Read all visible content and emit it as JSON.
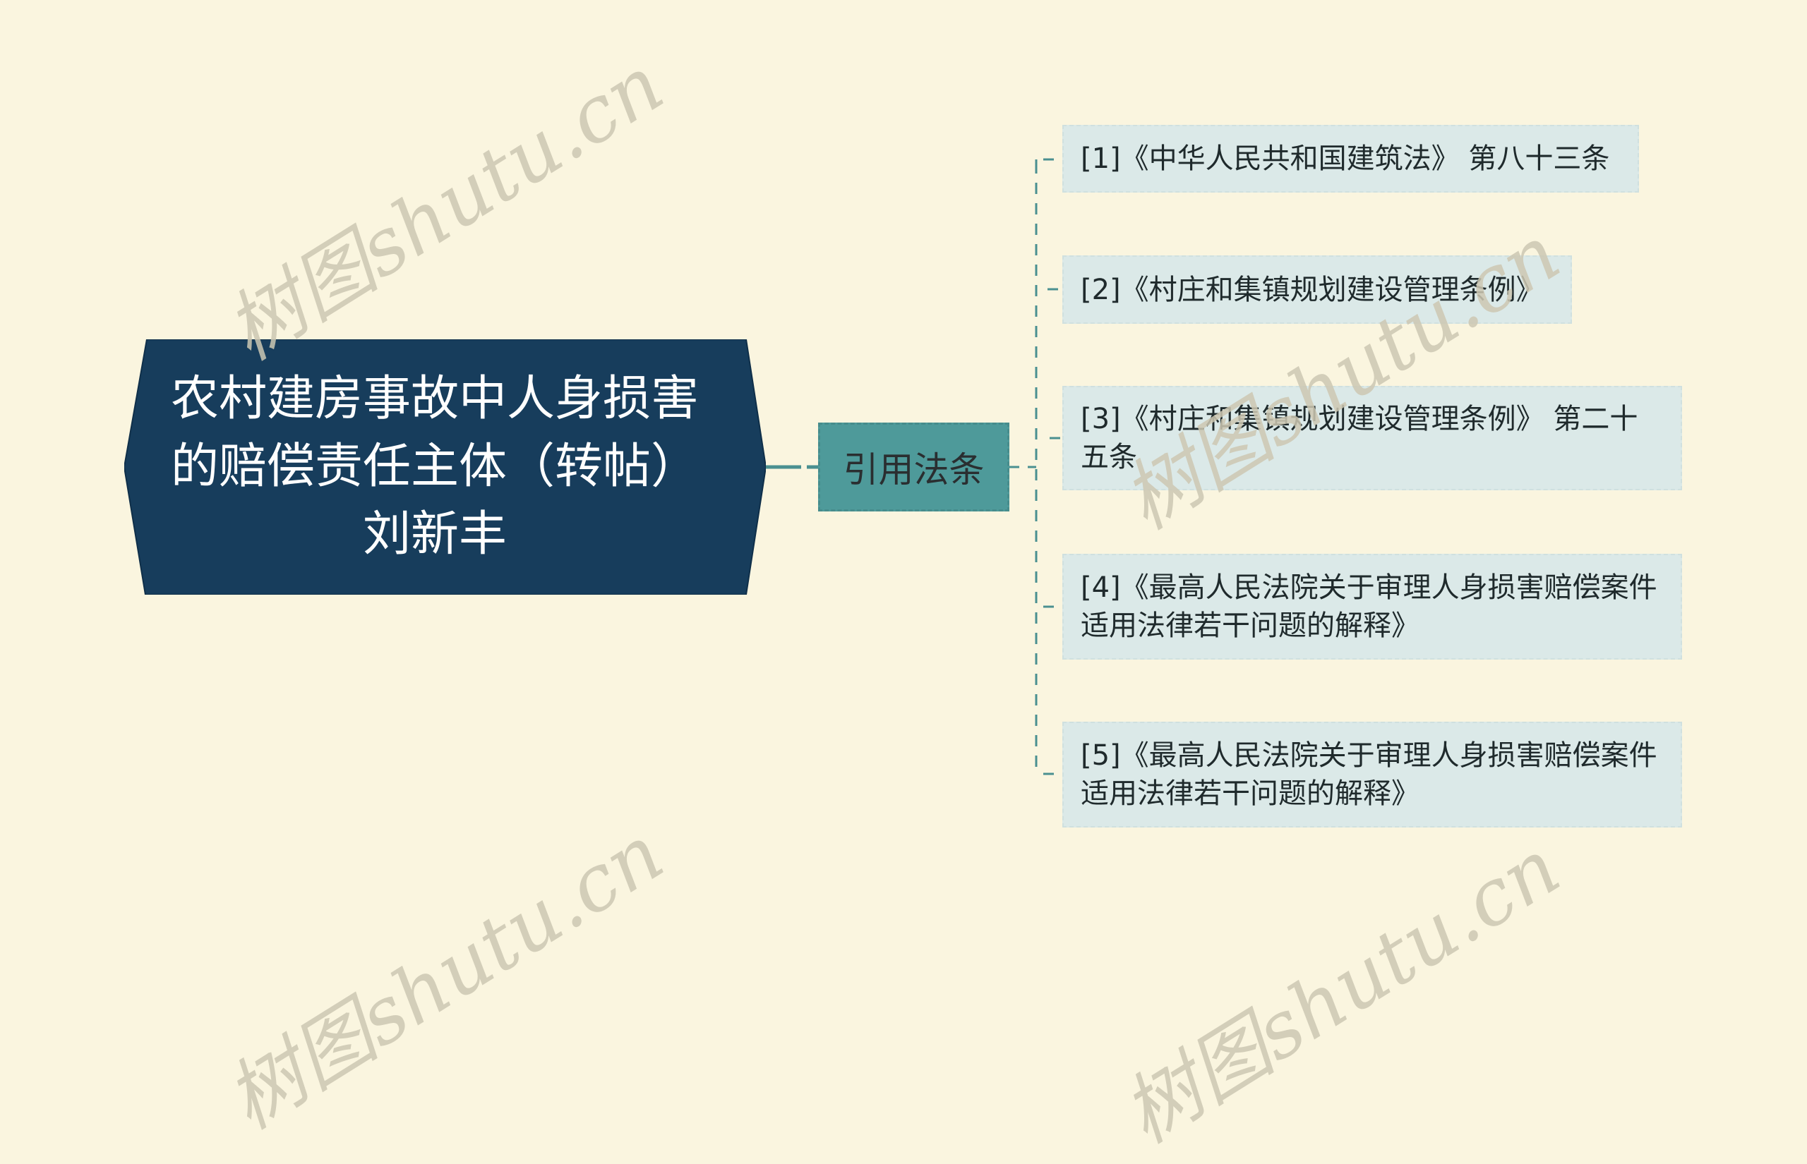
{
  "mindmap": {
    "root": {
      "label": "农村建房事故中人身损害\n的赔偿责任主体（转帖）\n刘新丰"
    },
    "branch": {
      "label": "引用法条"
    },
    "leaves": [
      {
        "label": "[1]《中华人民共和国建筑法》 第八十三条"
      },
      {
        "label": "[2]《村庄和集镇规划建设管理条例》"
      },
      {
        "label": "[3]《村庄和集镇规划建设管理条例》 第二十五条"
      },
      {
        "label": "[4]《最高人民法院关于审理人身损害赔偿案件适用法律若干问题的解释》"
      },
      {
        "label": "[5]《最高人民法院关于审理人身损害赔偿案件适用法律若干问题的解释》"
      }
    ]
  },
  "watermark": {
    "text": "树图shutu.cn"
  },
  "colors": {
    "background": "#faf5df",
    "root_fill": "#173d5c",
    "branch_fill": "#4e9a9a",
    "leaf_fill": "#dbe9e8",
    "connector": "#4a9090",
    "watermark": "#cdc8b3"
  }
}
